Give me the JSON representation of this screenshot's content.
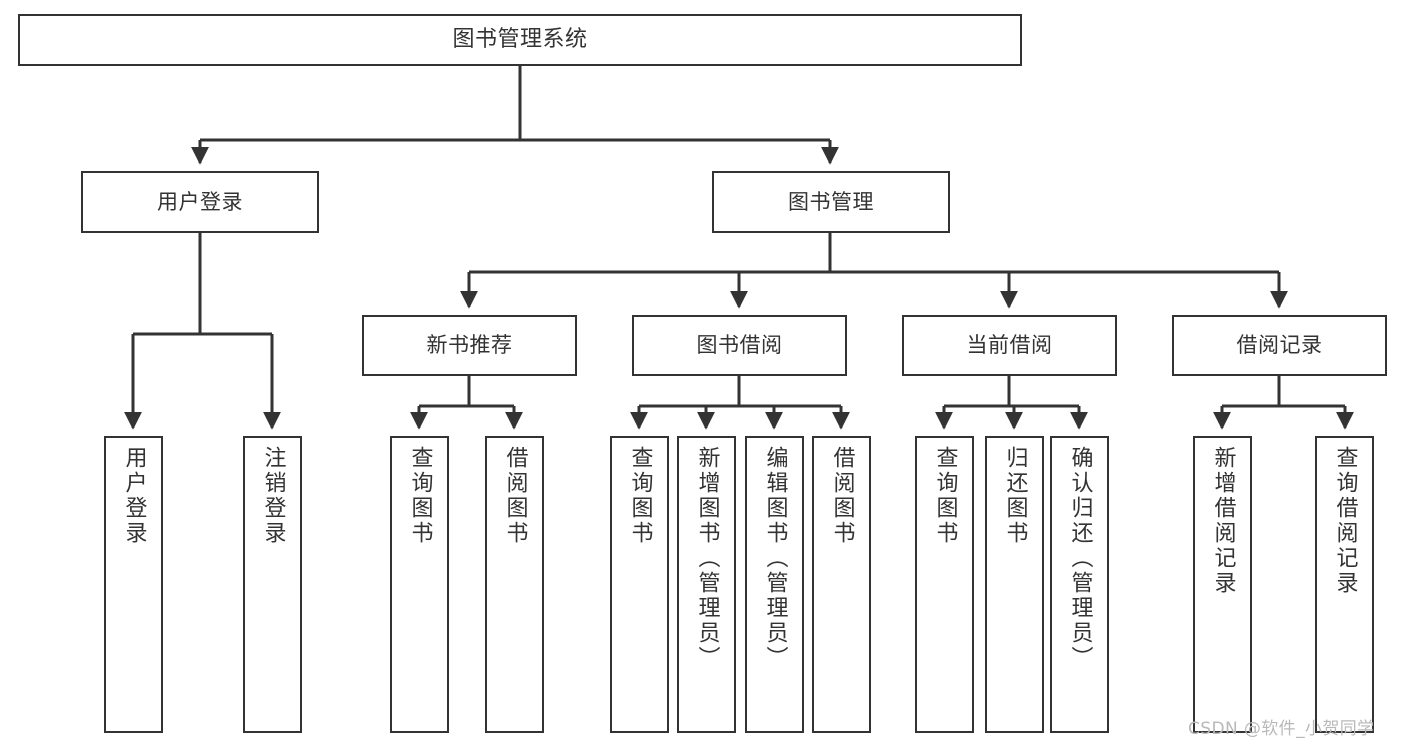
{
  "diagram": {
    "type": "tree",
    "title": "图书管理系统",
    "root": {
      "id": "root",
      "label": "图书管理系统"
    },
    "level1": [
      {
        "id": "user-login",
        "label": "用户登录"
      },
      {
        "id": "book-manage",
        "label": "图书管理"
      }
    ],
    "level2": [
      {
        "id": "new-book-rec",
        "label": "新书推荐",
        "parent": "book-manage"
      },
      {
        "id": "book-borrow",
        "label": "图书借阅",
        "parent": "book-manage"
      },
      {
        "id": "current-borrow",
        "label": "当前借阅",
        "parent": "book-manage"
      },
      {
        "id": "borrow-record",
        "label": "借阅记录",
        "parent": "book-manage"
      }
    ],
    "leaves": [
      {
        "id": "leaf-user-login",
        "label": "用户登录",
        "parent": "user-login"
      },
      {
        "id": "leaf-logout-login",
        "label": "注销登录",
        "parent": "user-login"
      },
      {
        "id": "leaf-query-book-1",
        "label": "查询图书",
        "parent": "new-book-rec"
      },
      {
        "id": "leaf-borrow-book-1",
        "label": "借阅图书",
        "parent": "new-book-rec"
      },
      {
        "id": "leaf-query-book-2",
        "label": "查询图书",
        "parent": "book-borrow"
      },
      {
        "id": "leaf-add-book",
        "label": "新增图书（管理员）",
        "parent": "book-borrow"
      },
      {
        "id": "leaf-edit-book",
        "label": "编辑图书（管理员）",
        "parent": "book-borrow"
      },
      {
        "id": "leaf-borrow-book-2",
        "label": "借阅图书",
        "parent": "book-borrow"
      },
      {
        "id": "leaf-query-book-3",
        "label": "查询图书",
        "parent": "current-borrow"
      },
      {
        "id": "leaf-return-book",
        "label": "归还图书",
        "parent": "current-borrow"
      },
      {
        "id": "leaf-confirm-return",
        "label": "确认归还（管理员）",
        "parent": "current-borrow"
      },
      {
        "id": "leaf-add-record",
        "label": "新增借阅记录",
        "parent": "borrow-record"
      },
      {
        "id": "leaf-query-record",
        "label": "查询借阅记录",
        "parent": "borrow-record"
      }
    ]
  },
  "watermark": {
    "text": "CSDN @软件_小贺同学"
  },
  "colors": {
    "stroke": "#333333",
    "text": "#333333",
    "background": "#ffffff",
    "watermark": "#b9b9b9"
  }
}
